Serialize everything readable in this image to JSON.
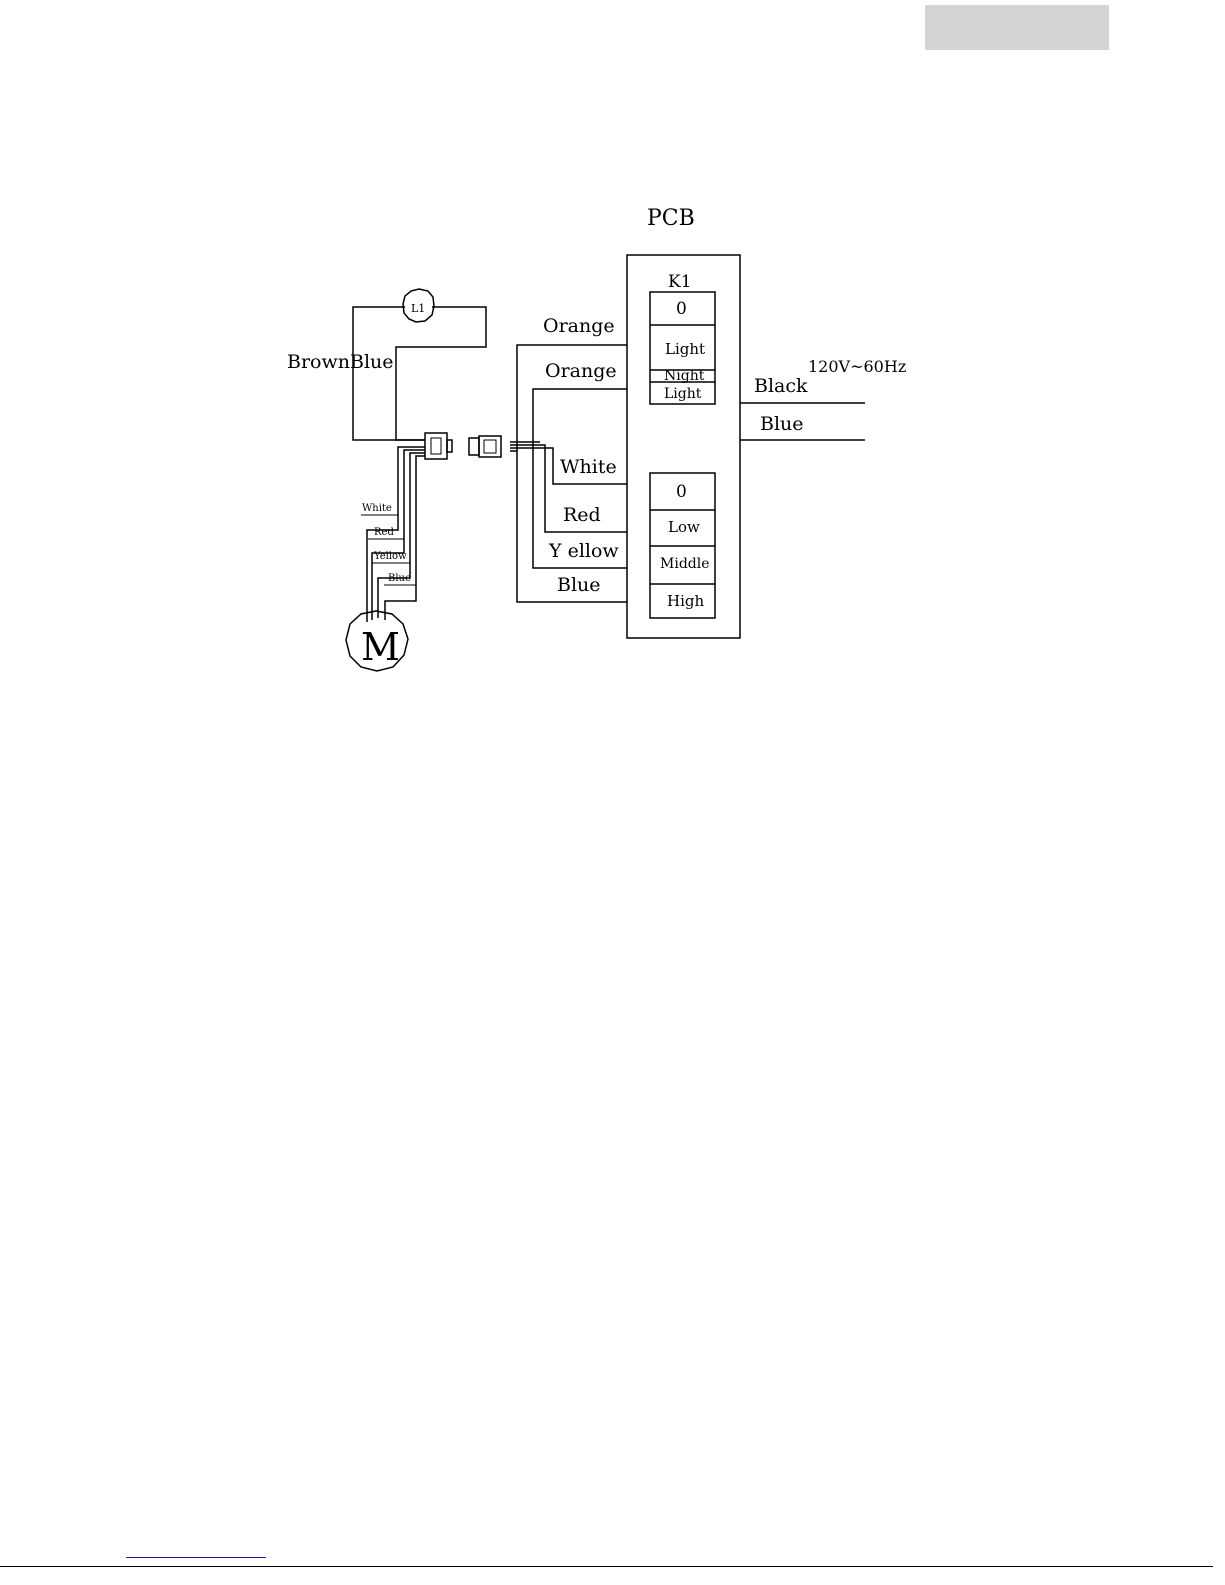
{
  "colors": {
    "header_box": "#d3d4d6",
    "line": "#000000",
    "footer_link": "#1a1aa8"
  },
  "diagram": {
    "pcb_label": "PCB",
    "switch_k1": {
      "label": "K1",
      "positions": [
        "0",
        "Light",
        "Night",
        "Light"
      ]
    },
    "speed_switch": {
      "positions": [
        "0",
        "Low",
        "Middle",
        "High"
      ]
    },
    "wires_left": {
      "brown": "Brown",
      "blue": "Blue"
    },
    "wires_right": [
      "Orange",
      "Orange",
      "White",
      "Red",
      "Y ellow",
      "Blue"
    ],
    "motor_wires": [
      "White",
      "Red",
      "Yellow",
      "Blue"
    ],
    "power": {
      "voltage": "120V~60Hz",
      "black": "Black",
      "blue": "Blue"
    },
    "lamp_label": "L1",
    "motor_label": "M"
  }
}
